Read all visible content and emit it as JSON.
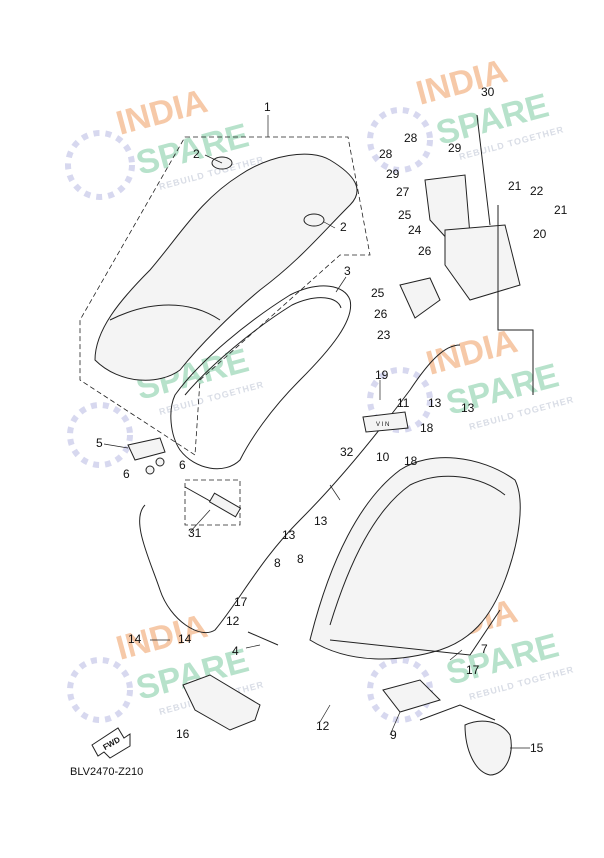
{
  "watermark": {
    "line1": "INDIA",
    "line2": "SPARE",
    "line3": "REBUILD TOGETHER",
    "color_orange": "#f6c9a8",
    "color_green": "#b7e2cb",
    "color_logo": "#d7d8ef"
  },
  "diagram_code": "BLV2470-Z210",
  "fwd_label": "FWD",
  "vin_label": "V I N",
  "callouts": [
    "1",
    "2",
    "2",
    "3",
    "4",
    "5",
    "6",
    "6",
    "7",
    "8",
    "8",
    "9",
    "10",
    "11",
    "12",
    "12",
    "13",
    "13",
    "13",
    "13",
    "14",
    "14",
    "15",
    "16",
    "17",
    "17",
    "18",
    "18",
    "19",
    "20",
    "21",
    "21",
    "22",
    "23",
    "24",
    "25",
    "25",
    "26",
    "26",
    "27",
    "28",
    "28",
    "29",
    "29",
    "30",
    "31",
    "32"
  ]
}
